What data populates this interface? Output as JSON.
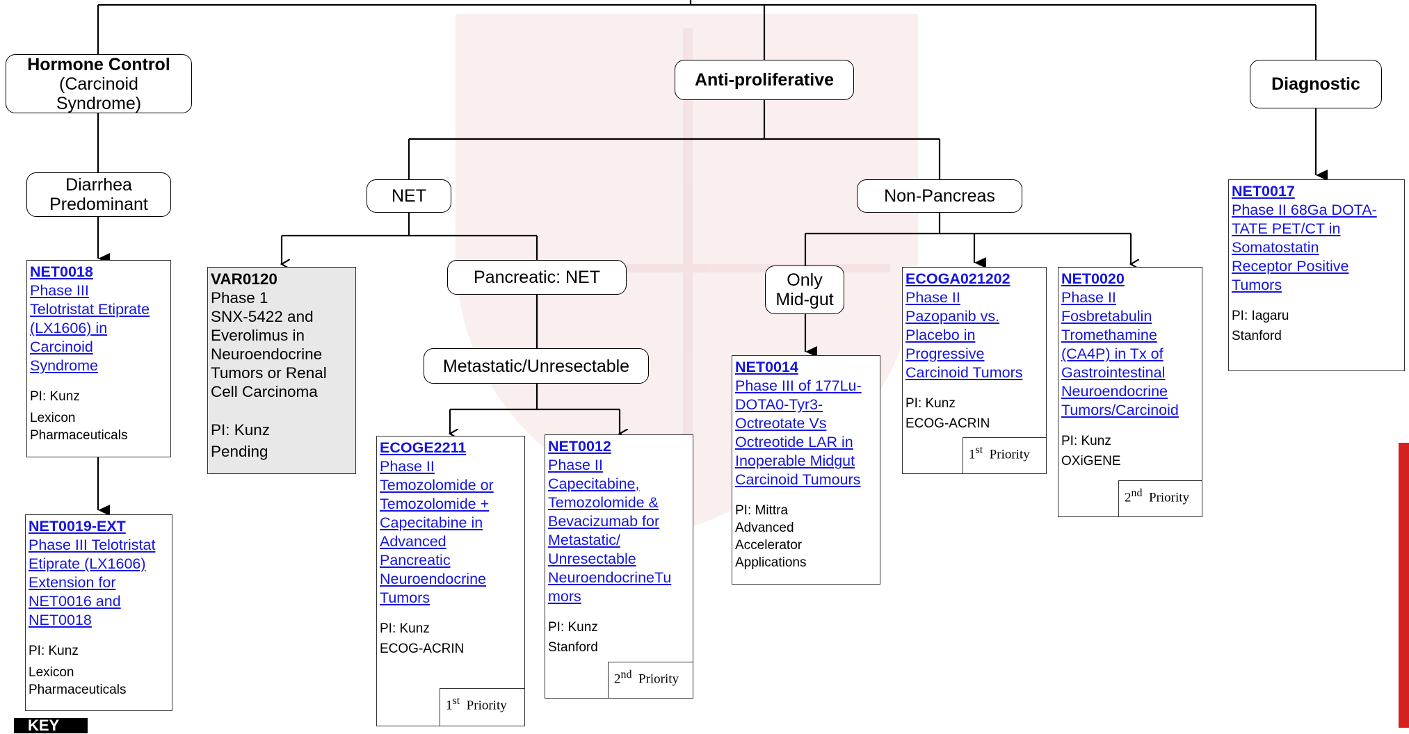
{
  "categories": {
    "hormone_control": {
      "title": "Hormone Control",
      "subtitle_line1": "(Carcinoid",
      "subtitle_line2": "Syndrome)"
    },
    "anti_proliferative": "Anti-proliferative",
    "diagnostic": "Diagnostic"
  },
  "subcategories": {
    "diarrhea_line1": "Diarrhea",
    "diarrhea_line2": "Predominant",
    "net": "NET",
    "non_pancreas": "Non-Pancreas",
    "pancreatic_net": "Pancreatic: NET",
    "metastatic": "Metastatic/Unresectable",
    "only_midgut_line1": "Only",
    "only_midgut_line2": "Mid-gut"
  },
  "trials": {
    "net0018": {
      "id": "NET0018",
      "title_lines": [
        "Phase III",
        "Telotristat Etiprate",
        "(LX1606) in",
        "Carcinoid",
        "Syndrome"
      ],
      "pi": "PI: Kunz",
      "sponsor_lines": [
        "Lexicon",
        "Pharmaceuticals"
      ]
    },
    "net0019": {
      "id": "NET0019-EXT",
      "title_lines": [
        "Phase III Telotristat",
        "Etiprate (LX1606)",
        "Extension for",
        "NET0016 and",
        "NET0018"
      ],
      "pi": "PI: Kunz",
      "sponsor_lines": [
        "Lexicon",
        "Pharmaceuticals"
      ]
    },
    "var0120": {
      "id": "VAR0120",
      "title_lines": [
        "Phase 1",
        "SNX-5422 and",
        "Everolimus in",
        "Neuroendocrine",
        "Tumors or Renal",
        "Cell Carcinoma"
      ],
      "pi": "PI: Kunz",
      "status": "Pending"
    },
    "ecoge2211": {
      "id": "ECOGE2211",
      "title_lines": [
        "Phase II",
        "Temozolomide or",
        "Temozolomide +",
        "Capecitabine in",
        "Advanced",
        "Pancreatic",
        "Neuroendocrine",
        "Tumors"
      ],
      "pi": "PI: Kunz",
      "sponsor": "ECOG-ACRIN",
      "priority_num": "1",
      "priority_sup": "st",
      "priority_word": "Priority"
    },
    "net0012": {
      "id": "NET0012",
      "title_lines": [
        "Phase II",
        "Capecitabine,",
        "Temozolomide &",
        "Bevacizumab for",
        "Metastatic/",
        "Unresectable",
        "NeuroendocrineTu",
        "mors"
      ],
      "pi": "PI: Kunz",
      "sponsor": "Stanford",
      "priority_num": "2",
      "priority_sup": "nd",
      "priority_word": "Priority"
    },
    "net0014": {
      "id": "NET0014",
      "title_lines": [
        "Phase III of 177Lu-",
        "DOTA0-Tyr3-",
        "Octreotate Vs",
        "Octreotide LAR in",
        "Inoperable Midgut",
        "Carcinoid Tumours"
      ],
      "pi": "PI: Mittra",
      "sponsor_lines": [
        "Advanced",
        "Accelerator",
        "Applications"
      ]
    },
    "ecoga021202": {
      "id": "ECOGA021202",
      "title_lines": [
        "Phase II",
        "Pazopanib vs.",
        "Placebo in",
        "Progressive",
        "Carcinoid Tumors"
      ],
      "pi": "PI: Kunz",
      "sponsor": "ECOG-ACRIN",
      "priority_num": "1",
      "priority_sup": "st",
      "priority_word": "Priority"
    },
    "net0020": {
      "id": "NET0020",
      "title_lines": [
        "Phase II",
        "Fosbretabulin",
        "Tromethamine",
        "(CA4P) in Tx of",
        "Gastrointestinal",
        "Neuroendocrine",
        "Tumors/Carcinoid"
      ],
      "pi": "PI: Kunz",
      "sponsor": "OXiGENE",
      "priority_num": "2",
      "priority_sup": "nd",
      "priority_word": "Priority"
    },
    "net0017": {
      "id": "NET0017",
      "title_lines": [
        "Phase II 68Ga DOTA-",
        "TATE PET/CT in",
        "Somatostatin",
        "Receptor Positive",
        "Tumors"
      ],
      "pi": "PI: Iagaru",
      "sponsor": "Stanford"
    }
  },
  "key_label": "KEY",
  "colors": {
    "link": "#1515e0",
    "pending_bg": "#e8e8e8",
    "accent_bar": "#d4201f",
    "watermark": "#f7e9e9"
  }
}
